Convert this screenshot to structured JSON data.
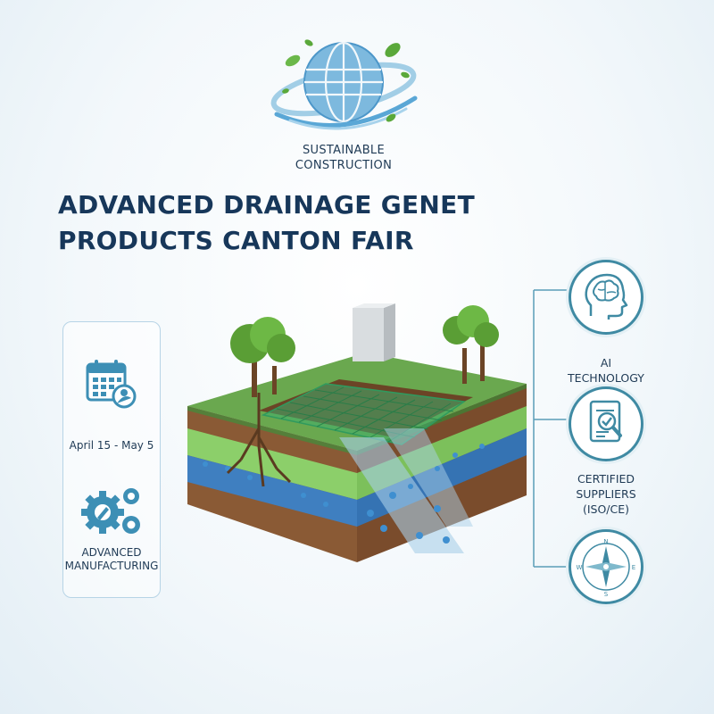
{
  "logo": {
    "line1": "SUSTAINABLE",
    "line2": "CONSTRUCTION"
  },
  "title": {
    "line1": "ADVANCED DRAINAGE GENET",
    "line2": "PRODUCTS CANTON FAIR"
  },
  "left_panel": {
    "date": "April 15 - May 5",
    "manufacturing_line1": "ADVANCED",
    "manufacturing_line2": "MANUFACTURING"
  },
  "right_panel": {
    "ai_line1": "AI",
    "ai_line2": "TECHNOLOGY",
    "cert_line1": "CERTIFIED",
    "cert_line2": "SUPPLIERS",
    "cert_line3": "(ISO/CE)",
    "compass": {
      "n": "N",
      "e": "E",
      "s": "S",
      "w": "W"
    }
  },
  "colors": {
    "title": "#17375a",
    "accent_teal": "#3f8aa3",
    "icon_blue": "#3d8fb5",
    "leaf_green": "#5aa83a",
    "grass": "#6aa84f",
    "soil": "#8a5a35",
    "water_layer": "#3f7fc0",
    "geonet": "#3fae6e"
  },
  "icons": [
    "globe-logo-icon",
    "calendar-icon",
    "gears-icon",
    "brain-head-icon",
    "certificate-icon",
    "compass-icon"
  ]
}
